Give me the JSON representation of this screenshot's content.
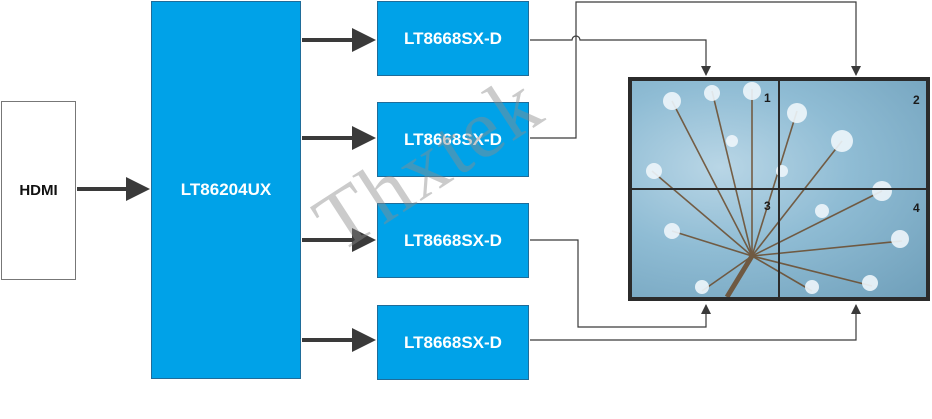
{
  "input": {
    "label": "HDMI"
  },
  "splitter": {
    "label": "LT86204UX"
  },
  "converters": [
    {
      "label": "LT8668SX-D"
    },
    {
      "label": "LT8668SX-D"
    },
    {
      "label": "LT8668SX-D"
    },
    {
      "label": "LT8668SX-D"
    }
  ],
  "video_wall": {
    "panels": [
      {
        "number": "1"
      },
      {
        "number": "2"
      },
      {
        "number": "3"
      },
      {
        "number": "4"
      }
    ],
    "image_subject": "frosted-dandelion-photo"
  },
  "watermark": {
    "text": "Thxtek"
  },
  "colors": {
    "block_fill": "#00a2e8",
    "arrow": "#3a3a3a",
    "wall_frame": "#2b2b2b"
  }
}
